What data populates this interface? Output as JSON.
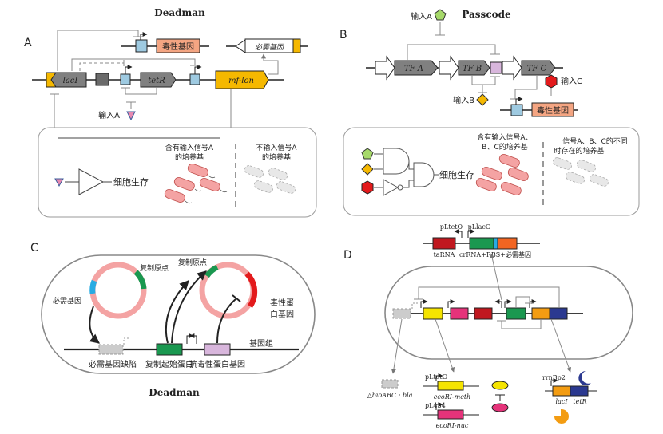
{
  "panels": {
    "A": {
      "letter": "A",
      "title": "Deadman",
      "genes": {
        "lacI": "lacI",
        "tetR": "tetR",
        "mf_lon": "mf-lon"
      },
      "toxin_gene": "毒性基因",
      "essential_gene": "必需基因",
      "input": "输入A",
      "survive": "细胞生存",
      "with_input_l1": "含有输入信号A",
      "with_input_l2": "的培养基",
      "without_input_l1": "不输入信号A",
      "without_input_l2": "的培养基"
    },
    "B": {
      "letter": "B",
      "title": "Passcode",
      "tf_a": "TF A",
      "tf_b": "TF B",
      "tf_c": "TF C",
      "input_a": "输入A",
      "input_b": "输入B",
      "input_c": "输入C",
      "toxin_gene": "毒性基因",
      "survive": "细胞生存",
      "with_input_l1": "含有输入信号A、",
      "with_input_l2": "B、C的培养基",
      "without_input_l1": "信号A、B、C的不同",
      "without_input_l2": "时存在的培养基"
    },
    "C": {
      "letter": "C",
      "title": "Deadman",
      "ori_1": "复制原点",
      "ori_2": "复制原点",
      "essential_gene": "必需基因",
      "toxin_l1": "毒性蛋",
      "toxin_l2": "白基因",
      "genome": "基因组",
      "defect": "必需基因缺陷",
      "rep_protein": "复制起始蛋白",
      "antitoxin": "抗毒性蛋白基因"
    },
    "D": {
      "letter": "D",
      "pLtetO_top": "pLtetO",
      "pLlacO_top": "pLlacO",
      "taRNA": "taRNA",
      "crRNA": "crRNA+RBS+必需基因",
      "bioABC": "△bioABC : bla",
      "pLtetO": "pLtetO",
      "ecoRI_meth": "ecoRI-meth",
      "pL434": "pL434",
      "ecoRI_nuc": "ecoRI-nuc",
      "rrnBp2": "rrnBp2",
      "lacI": "lacI",
      "tetR": "tetR"
    }
  },
  "colors": {
    "toxin": "#f4a582",
    "promoter": "#9ecae1",
    "lacI_gray": "#808080",
    "yellow": "#f5b800",
    "cell_pink": "#f4a3a3",
    "green": "#1a9850",
    "violet": "#d8b6dc",
    "red": "#e31a1c",
    "blue": "#29abe2"
  }
}
